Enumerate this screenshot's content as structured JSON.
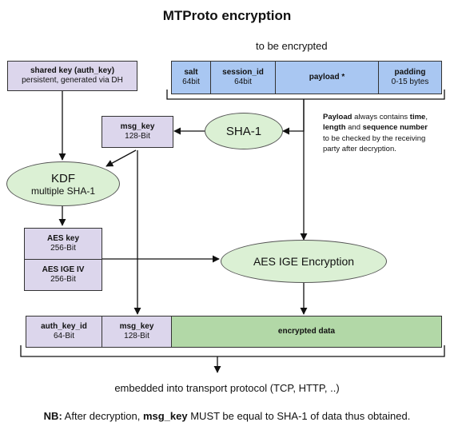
{
  "title": "MTProto encryption",
  "to_be_encrypted_label": "to be encrypted",
  "encrypted_fields": [
    {
      "name": "salt",
      "size": "64bit"
    },
    {
      "name": "session_id",
      "size": "64bit"
    },
    {
      "name": "payload *",
      "size": ""
    },
    {
      "name": "padding",
      "size": "0-15 bytes"
    }
  ],
  "shared_key": {
    "name": "shared key (auth_key)",
    "desc": "persistent, generated via DH"
  },
  "msg_key_box": {
    "name": "msg_key",
    "size": "128-Bit"
  },
  "sha1_label": "SHA-1",
  "kdf": {
    "name": "KDF",
    "desc": "multiple SHA-1"
  },
  "aes_key": {
    "name": "AES key",
    "size": "256-Bit"
  },
  "aes_iv": {
    "name": "AES IGE IV",
    "size": "256-Bit"
  },
  "aes_encryption_label": "AES IGE Encryption",
  "payload_note": {
    "b1": "Payload",
    "t1": " always contains ",
    "b2": "time",
    "t2": ",",
    "b3": "length",
    "t3": " and ",
    "b4": "sequence number",
    "t4": "to be checked by the receiving",
    "t5": "party after decryption."
  },
  "output_fields": [
    {
      "name": "auth_key_id",
      "size": "64-Bit"
    },
    {
      "name": "msg_key",
      "size": "128-Bit"
    },
    {
      "name": "encrypted data",
      "size": ""
    }
  ],
  "embedded_label": "embedded into transport protocol (TCP, HTTP, ..)",
  "nb": {
    "b1": "NB:",
    "t1": " After decryption, ",
    "b2": "msg_key",
    "t2": " MUST be equal to SHA-1 of data thus obtained."
  }
}
